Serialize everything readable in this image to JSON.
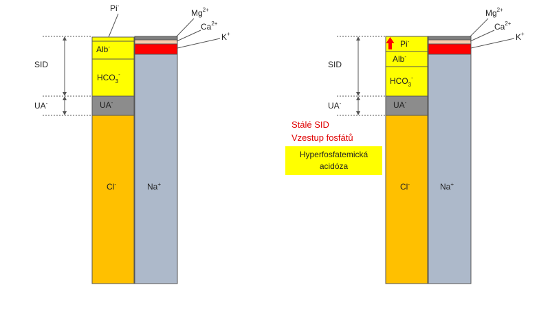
{
  "diagrams": [
    {
      "id": "normal",
      "side_labels": {
        "sid": "SID",
        "ua": "UA",
        "ua_sup": "-"
      },
      "anion_column": [
        {
          "name": "Pi",
          "sup": "-",
          "label_outside": true
        },
        {
          "name": "Alb",
          "sup": "-"
        },
        {
          "name": "HCO",
          "sub": "3",
          "sup": "-"
        },
        {
          "name": "UA",
          "sup": "-"
        },
        {
          "name": "Cl",
          "sup": "-"
        }
      ],
      "cation_column": [
        {
          "name": "Mg",
          "sup": "2+"
        },
        {
          "name": "Ca",
          "sup": "2+"
        },
        {
          "name": "K",
          "sup": "+"
        },
        {
          "name": "Na",
          "sup": "+"
        }
      ]
    },
    {
      "id": "hyperphosphatemic",
      "side_labels": {
        "sid": "SID",
        "ua": "UA",
        "ua_sup": "-"
      },
      "anion_column": [
        {
          "name": "Pi",
          "sup": "-",
          "indicator": "up-arrow"
        },
        {
          "name": "Alb",
          "sup": "-"
        },
        {
          "name": "HCO",
          "sub": "3",
          "sup": "-"
        },
        {
          "name": "UA",
          "sup": "-"
        },
        {
          "name": "Cl",
          "sup": "-"
        }
      ],
      "cation_column": [
        {
          "name": "Mg",
          "sup": "2+"
        },
        {
          "name": "Ca",
          "sup": "2+"
        },
        {
          "name": "K",
          "sup": "+"
        },
        {
          "name": "Na",
          "sup": "+"
        }
      ],
      "annotations": {
        "line1": "Stálé SID",
        "line2": "Vzestup fosfátů",
        "box_line1": "Hyperfosfatemická",
        "box_line2": "acidóza"
      }
    }
  ],
  "colors": {
    "yellow": "#ffff00",
    "gray_ua": "#8c8c8c",
    "chloride": "#ffc000",
    "sodium": "#adb9ca",
    "potassium": "#ff0000",
    "calcium": "#f8cbad",
    "magnesium": "#7f7f7f",
    "annotation_red": "#e00000",
    "arrow_red": "#ff0000"
  }
}
